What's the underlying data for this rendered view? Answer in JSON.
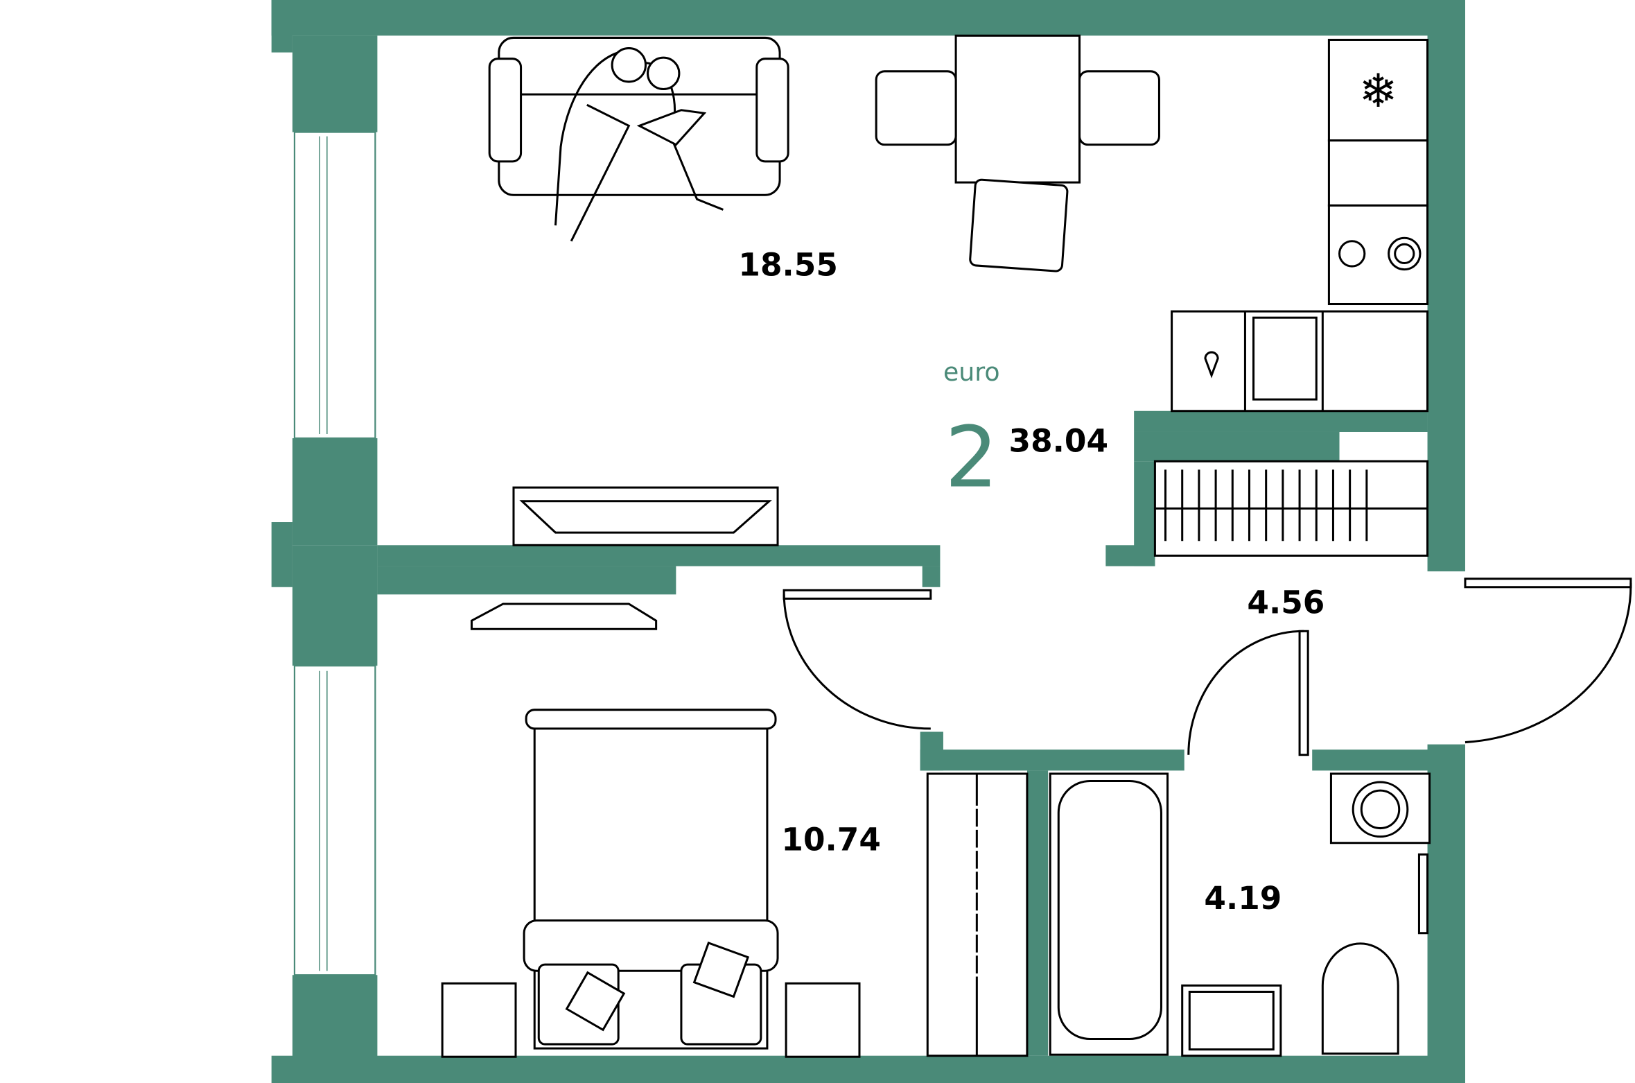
{
  "plan": {
    "type_label": "euro",
    "room_count": "2",
    "total_area": "38.04",
    "wall_color": "#4a8a78",
    "rooms": [
      {
        "name": "living-kitchen",
        "area": "18.55"
      },
      {
        "name": "hallway",
        "area": "4.56"
      },
      {
        "name": "bedroom",
        "area": "10.74"
      },
      {
        "name": "bathroom",
        "area": "4.19"
      }
    ]
  }
}
